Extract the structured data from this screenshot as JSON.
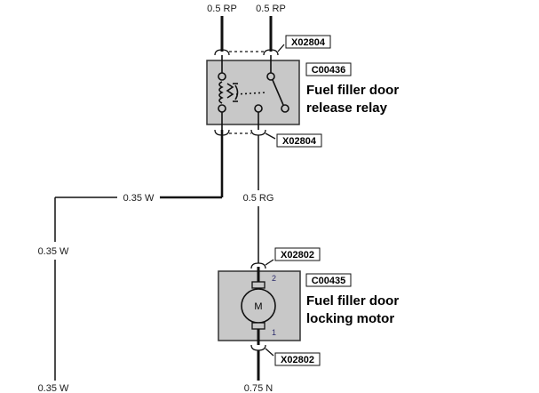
{
  "wires": {
    "top_left": "0.5 RP",
    "top_right": "0.5 RP",
    "relay_out": "0.35 W",
    "relay_motor": "0.5 RG",
    "side_upper": "0.35 W",
    "side_lower": "0.35 W",
    "ground": "0.75 N"
  },
  "relay": {
    "connector_top": "X02804",
    "connector_bottom": "X02804",
    "component_id": "C00436",
    "name_line1": "Fuel filler door",
    "name_line2": "release relay"
  },
  "motor": {
    "connector_top": "X02802",
    "connector_bottom": "X02802",
    "component_id": "C00435",
    "name_line1": "Fuel filler door",
    "name_line2": "locking motor",
    "symbol": "M",
    "pin_top": "2",
    "pin_bottom": "1"
  },
  "colors": {
    "wire": "#111111",
    "component_fill": "#c8c8c8",
    "component_stroke": "#333333",
    "pin_text": "#2b2b6b"
  }
}
